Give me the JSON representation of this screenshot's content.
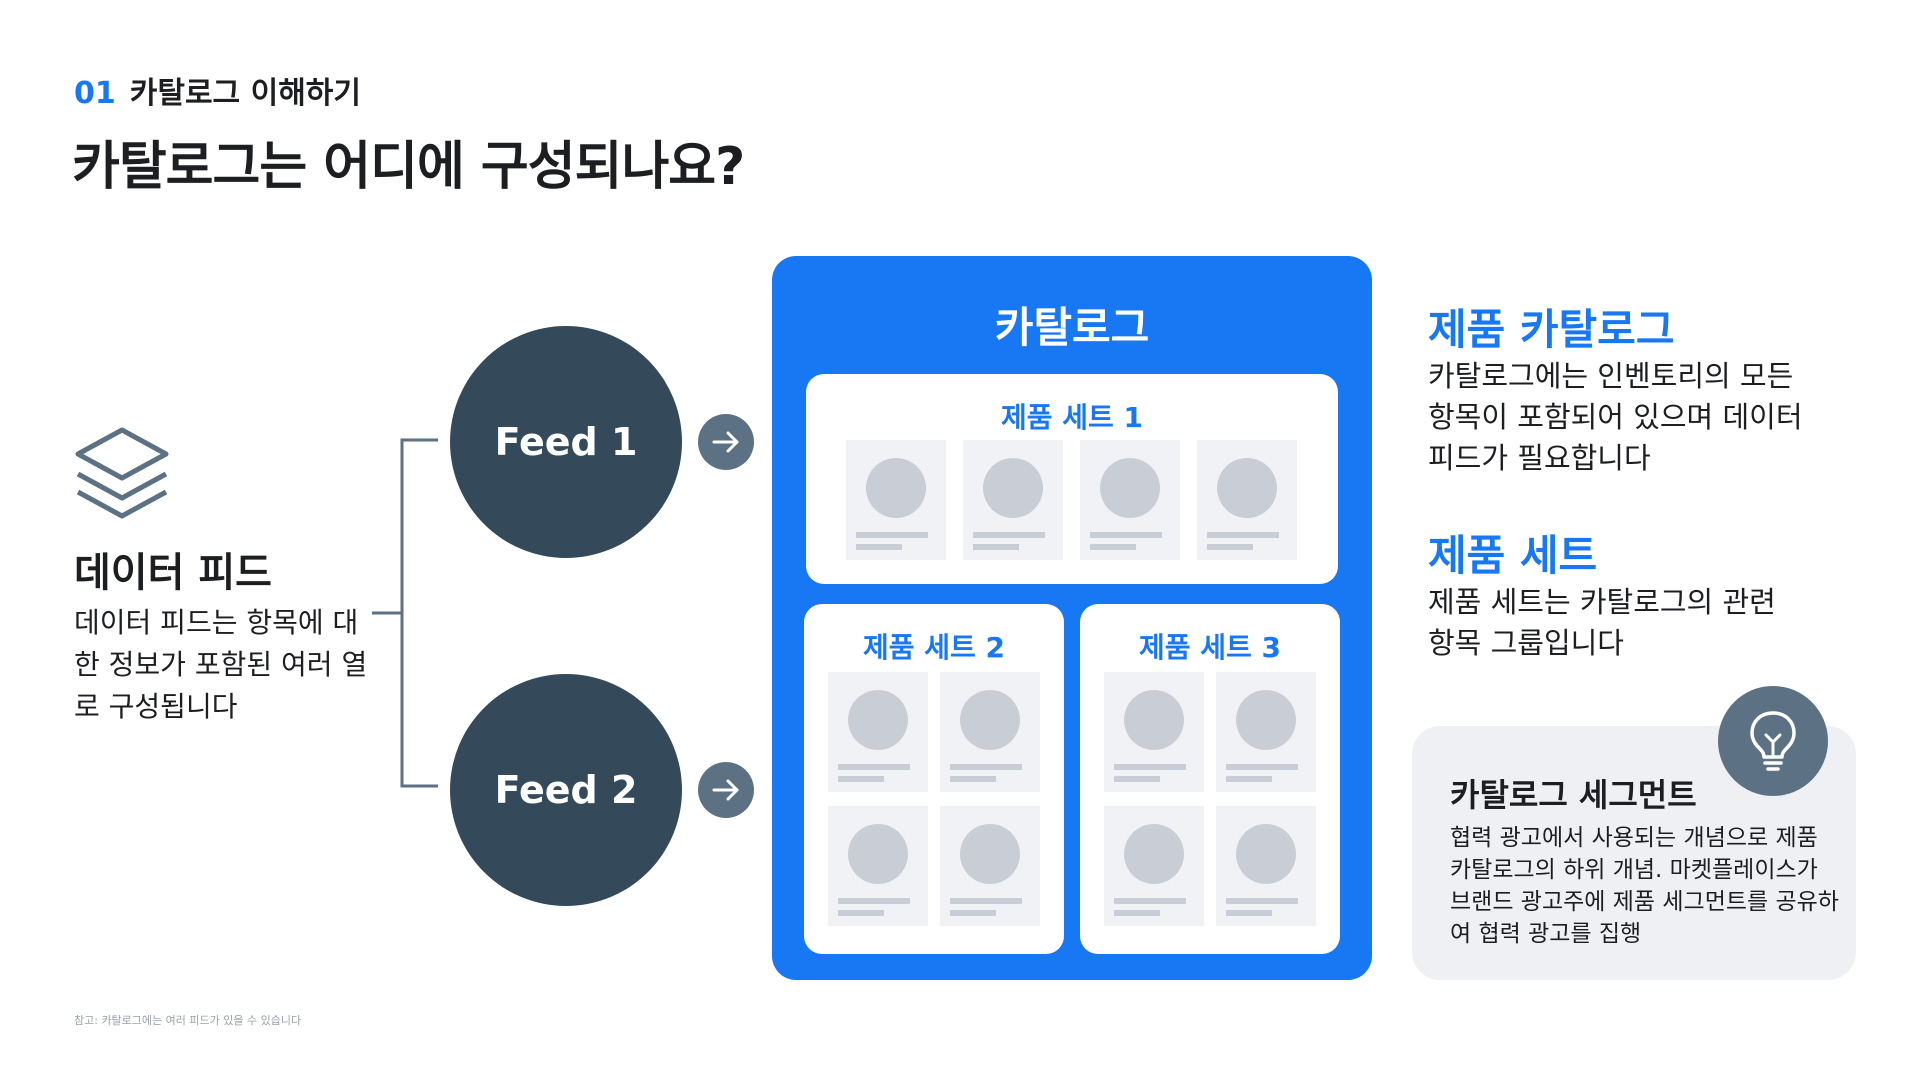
{
  "header": {
    "section_number": "01",
    "section_label": "카탈로그 이해하기",
    "title": "카탈로그는 어디에 구성되나요?"
  },
  "data_feed": {
    "icon": "layers-icon",
    "heading": "데이터 피드",
    "description": "데이터 피드는 항목에 대한 정보가 포함된 여러 열로 구성됩니다"
  },
  "feeds": [
    {
      "label": "Feed 1"
    },
    {
      "label": "Feed 2"
    }
  ],
  "catalog": {
    "title": "카탈로그",
    "sets": [
      {
        "title": "제품 세트 1",
        "product_count": 4
      },
      {
        "title": "제품 세트 2",
        "product_count": 4
      },
      {
        "title": "제품 세트 3",
        "product_count": 4
      }
    ]
  },
  "definitions": {
    "catalog_heading": "제품 카탈로그",
    "catalog_desc": "카탈로그에는 인벤토리의 모든 항목이 포함되어 있으며 데이터 피드가 필요합니다",
    "set_heading": "제품 세트",
    "set_desc": "제품 세트는 카탈로그의 관련 항목 그룹입니다"
  },
  "segment": {
    "icon": "lightbulb-icon",
    "heading": "카탈로그 세그먼트",
    "description": "협력 광고에서 사용되는 개념으로 제품 카탈로그의 하위 개념. 마켓플레이스가 브랜드 광고주에 제품 세그먼트를 공유하여 협력 광고를 집행"
  },
  "footnote": "참고: 카탈로그에는 여러 피드가 있을 수 있습니다",
  "colors": {
    "accent": "#1877f2",
    "feed_circle": "#344a5a",
    "arrow_circle": "#5c7284",
    "product_bg": "#f0f2f5",
    "segment_bg": "#eef0f4"
  }
}
